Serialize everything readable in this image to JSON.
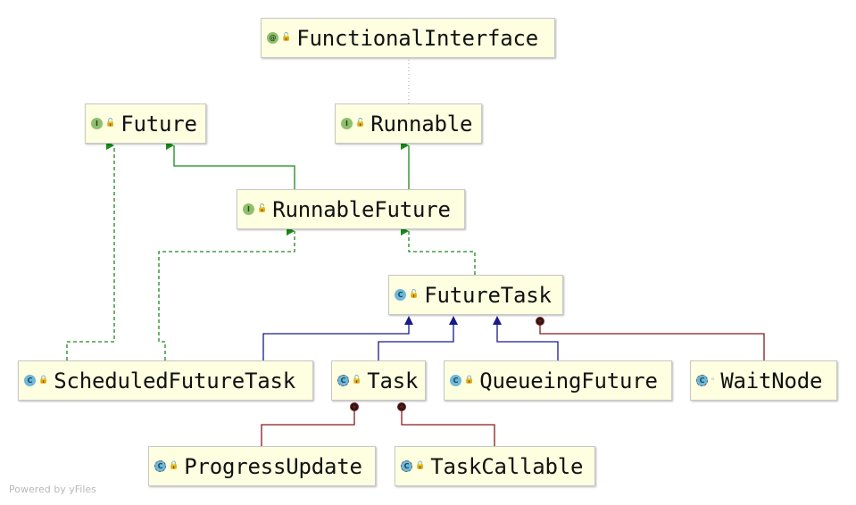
{
  "nodes": {
    "functional_interface": {
      "label": "FunctionalInterface",
      "kind": "annotation",
      "access": "public",
      "kind_letter": "@",
      "access_glyph": "🔓"
    },
    "future": {
      "label": "Future",
      "kind": "interface",
      "access": "public",
      "kind_letter": "I",
      "access_glyph": "🔓"
    },
    "runnable": {
      "label": "Runnable",
      "kind": "interface",
      "access": "public",
      "kind_letter": "I",
      "access_glyph": "🔓"
    },
    "runnable_future": {
      "label": "RunnableFuture",
      "kind": "interface",
      "access": "public",
      "kind_letter": "I",
      "access_glyph": "🔓"
    },
    "future_task": {
      "label": "FutureTask",
      "kind": "class",
      "access": "public",
      "kind_letter": "C",
      "access_glyph": "🔓"
    },
    "scheduled_future_task": {
      "label": "ScheduledFutureTask",
      "kind": "class",
      "access": "private",
      "kind_letter": "C",
      "access_glyph": "🔒"
    },
    "task": {
      "label": "Task",
      "kind": "class",
      "access": "public",
      "static": true,
      "kind_letter": "C",
      "access_glyph": "🔓"
    },
    "queueing_future": {
      "label": "QueueingFuture",
      "kind": "class",
      "access": "private",
      "kind_letter": "C",
      "access_glyph": "🔒"
    },
    "wait_node": {
      "label": "WaitNode",
      "kind": "class",
      "access": "package",
      "static": true,
      "kind_letter": "C",
      "access_glyph": "◦"
    },
    "progress_update": {
      "label": "ProgressUpdate",
      "kind": "class",
      "access": "private",
      "static": true,
      "kind_letter": "C",
      "access_glyph": "🔒"
    },
    "task_callable": {
      "label": "TaskCallable",
      "kind": "class",
      "access": "private",
      "static": true,
      "kind_letter": "C",
      "access_glyph": "🔒"
    }
  },
  "edges": [
    {
      "from": "runnable",
      "to": "functional_interface",
      "type": "annotation",
      "color": "#a0a0a0"
    },
    {
      "from": "runnable_future",
      "to": "future",
      "type": "extends-interface",
      "color": "#1a8a1a"
    },
    {
      "from": "runnable_future",
      "to": "runnable",
      "type": "extends-interface",
      "color": "#1a8a1a"
    },
    {
      "from": "future_task",
      "to": "runnable_future",
      "type": "implements",
      "color": "#1a8a1a"
    },
    {
      "from": "scheduled_future_task",
      "to": "future",
      "type": "implements",
      "color": "#1a8a1a"
    },
    {
      "from": "scheduled_future_task",
      "to": "runnable_future",
      "type": "implements",
      "color": "#1a8a1a"
    },
    {
      "from": "scheduled_future_task",
      "to": "future_task",
      "type": "extends",
      "color": "#1a1a8a"
    },
    {
      "from": "task",
      "to": "future_task",
      "type": "extends",
      "color": "#1a1a8a"
    },
    {
      "from": "queueing_future",
      "to": "future_task",
      "type": "extends",
      "color": "#1a1a8a"
    },
    {
      "from": "wait_node",
      "to": "future_task",
      "type": "inner-class",
      "color": "#8a1a1a"
    },
    {
      "from": "progress_update",
      "to": "task",
      "type": "inner-class",
      "color": "#8a1a1a"
    },
    {
      "from": "task_callable",
      "to": "task",
      "type": "inner-class",
      "color": "#8a1a1a"
    }
  ],
  "watermark": "Powered by yFiles"
}
